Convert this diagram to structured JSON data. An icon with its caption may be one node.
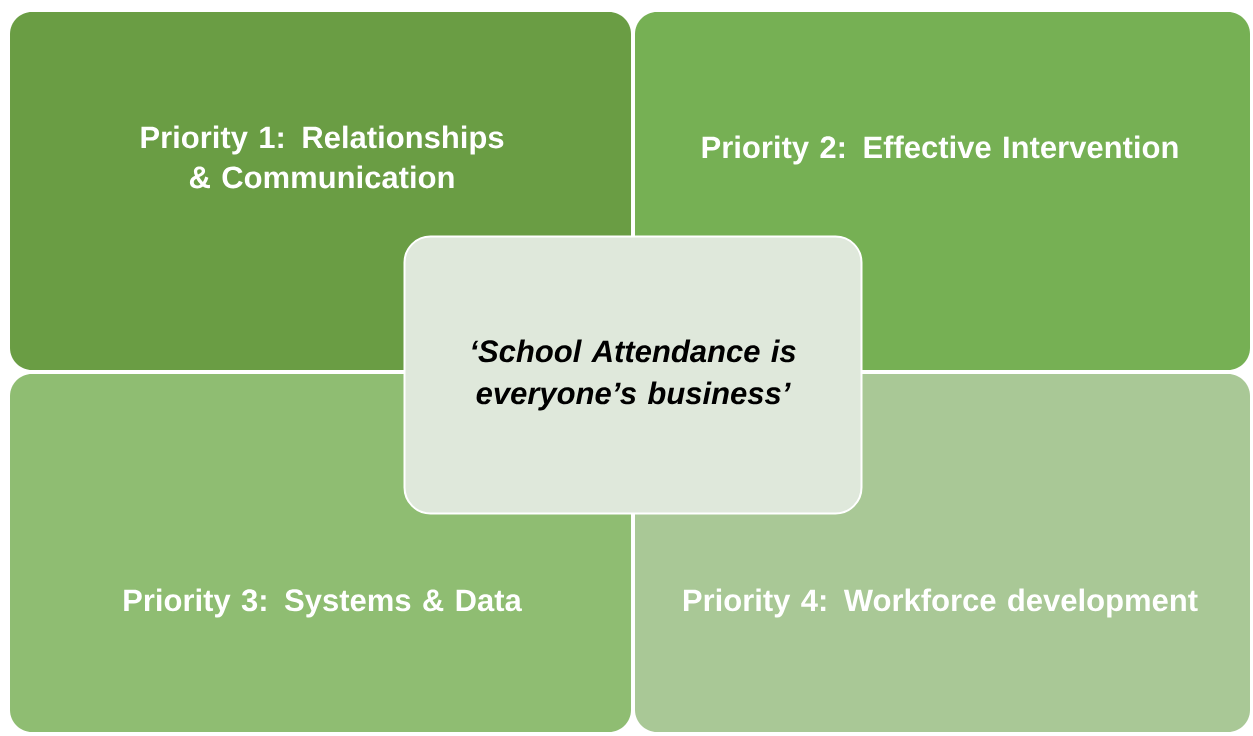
{
  "diagram": {
    "nodes": [
      {
        "text": [
          "Priority 1: Relationships & Communication"
        ]
      },
      {
        "text": [
          "Priority 2: Effective Intervention"
        ]
      },
      {
        "text": [
          "Priority 3: Systems & Data"
        ]
      },
      {
        "text": [
          "Priority 4: Workforce development"
        ]
      },
      {
        "text": [
          "‘School Attendance is everyone’s business’"
        ]
      }
    ]
  }
}
